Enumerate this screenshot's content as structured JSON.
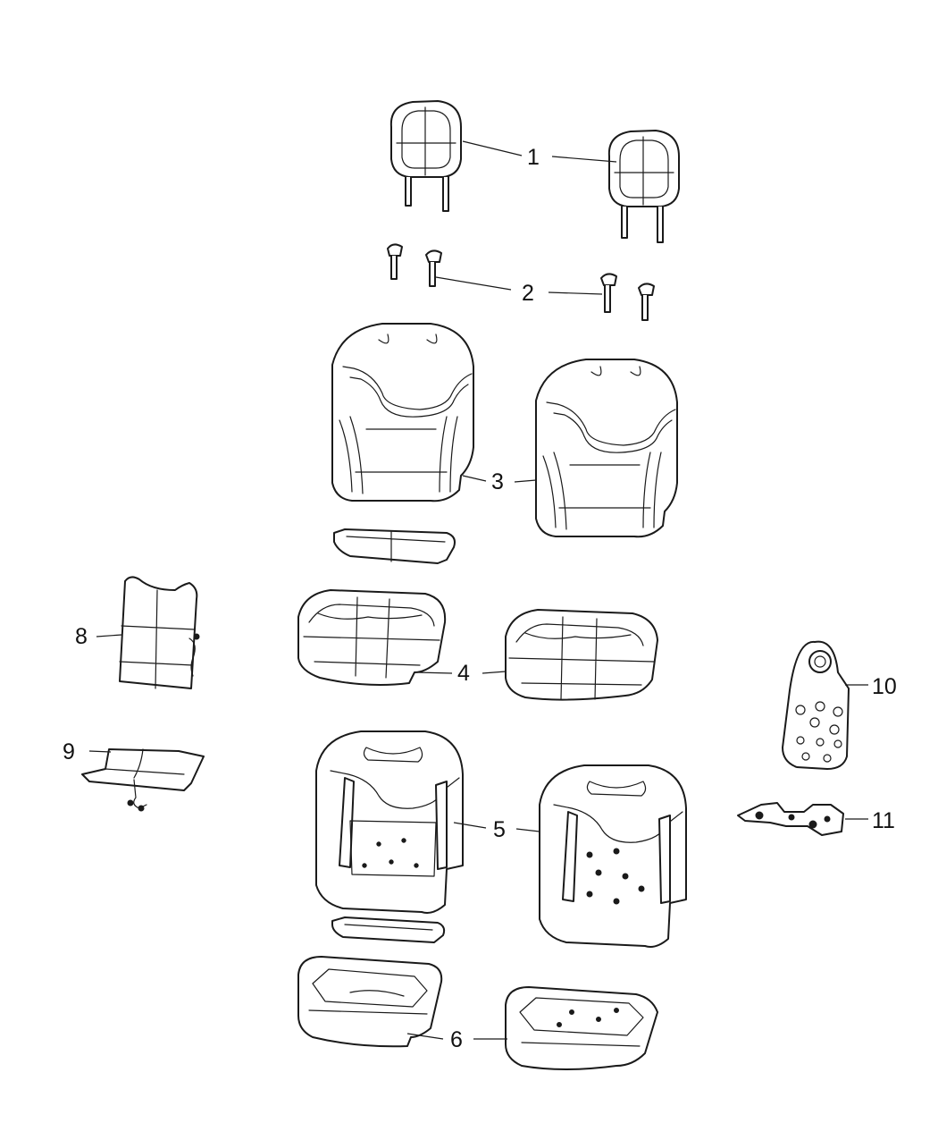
{
  "callouts": {
    "c1": "1",
    "c2": "2",
    "c3": "3",
    "c4": "4",
    "c5": "5",
    "c6": "6",
    "c8": "8",
    "c9": "9",
    "c10": "10",
    "c11": "11"
  }
}
